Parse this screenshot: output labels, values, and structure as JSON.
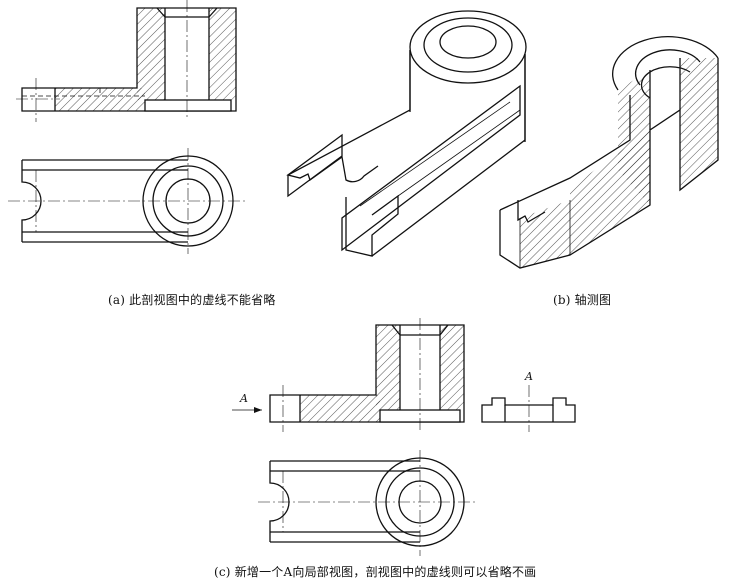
{
  "captions": {
    "a": "(a) 此剖视图中的虚线不能省略",
    "b": "(b) 轴测图",
    "c": "(c) 新增一个A向局部视图，剖视图中的虚线则可以省略不画"
  },
  "labels": {
    "view_arrow": "A",
    "view_title": "A"
  }
}
